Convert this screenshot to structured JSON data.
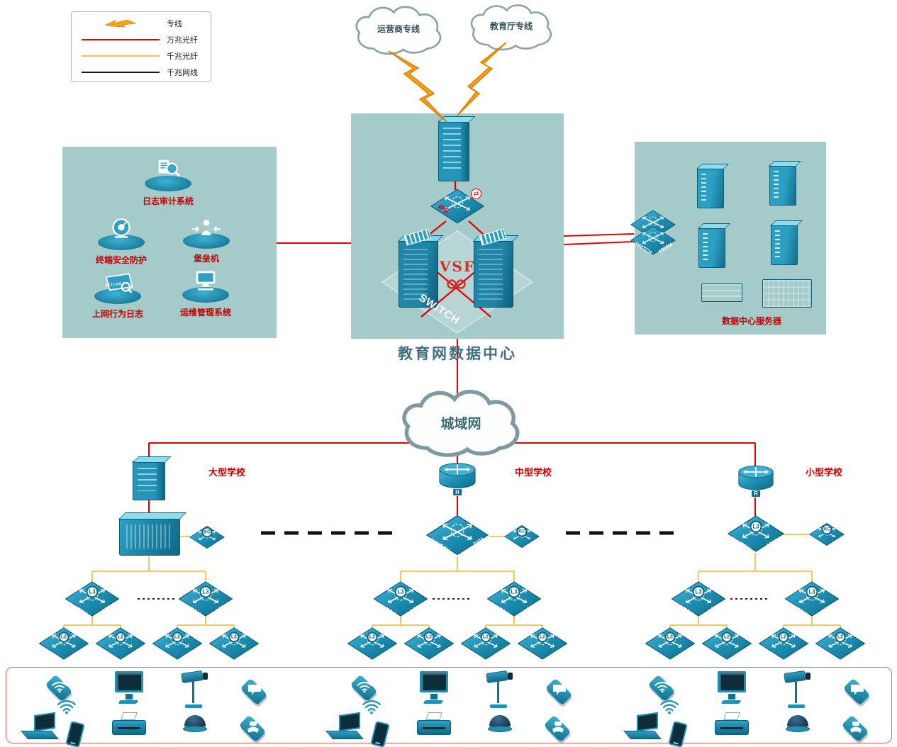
{
  "legend": {
    "items": [
      {
        "label": "专线",
        "symbol": "lightning"
      },
      {
        "label": "万兆光纤",
        "symbol": "red-line",
        "color": "#e60000"
      },
      {
        "label": "千兆光纤",
        "symbol": "yellow-line",
        "color": "#f2c14e"
      },
      {
        "label": "千兆网线",
        "symbol": "black-line",
        "color": "#1a1a1a"
      }
    ]
  },
  "clouds": {
    "carrier": "运营商专线",
    "education": "教育厅专线",
    "man": "城域网"
  },
  "data_center": {
    "title": "教育网数据中心",
    "vsf": "VSF",
    "switch_word": "SWITCH",
    "ips": "IPS"
  },
  "security_zone": {
    "log_audit": "日志审计系统",
    "terminal_protect": "终端安全防护",
    "bastion": "堡垒机",
    "netlog": "NETLOG",
    "net_behavior": "上网行为日志",
    "ops_mgmt": "运维管理系统"
  },
  "server_zone": {
    "title": "数据中心服务器"
  },
  "schools": {
    "large": "大型学校",
    "medium": "中型学校",
    "small": "小型学校",
    "medium_core": "DATA CENTER"
  },
  "labels": {
    "l3": "L3",
    "l2": "L2",
    "ac": "AC",
    "switch": "SWITCH",
    "speed": "1000M",
    "router": "R"
  },
  "colors": {
    "line_10g_fiber": "#e60000",
    "line_1g_fiber": "#f2c14e",
    "line_1g_copper": "#1a1a1a",
    "zone_background": "#a5caca",
    "device_teal": "#1d8fb4"
  }
}
